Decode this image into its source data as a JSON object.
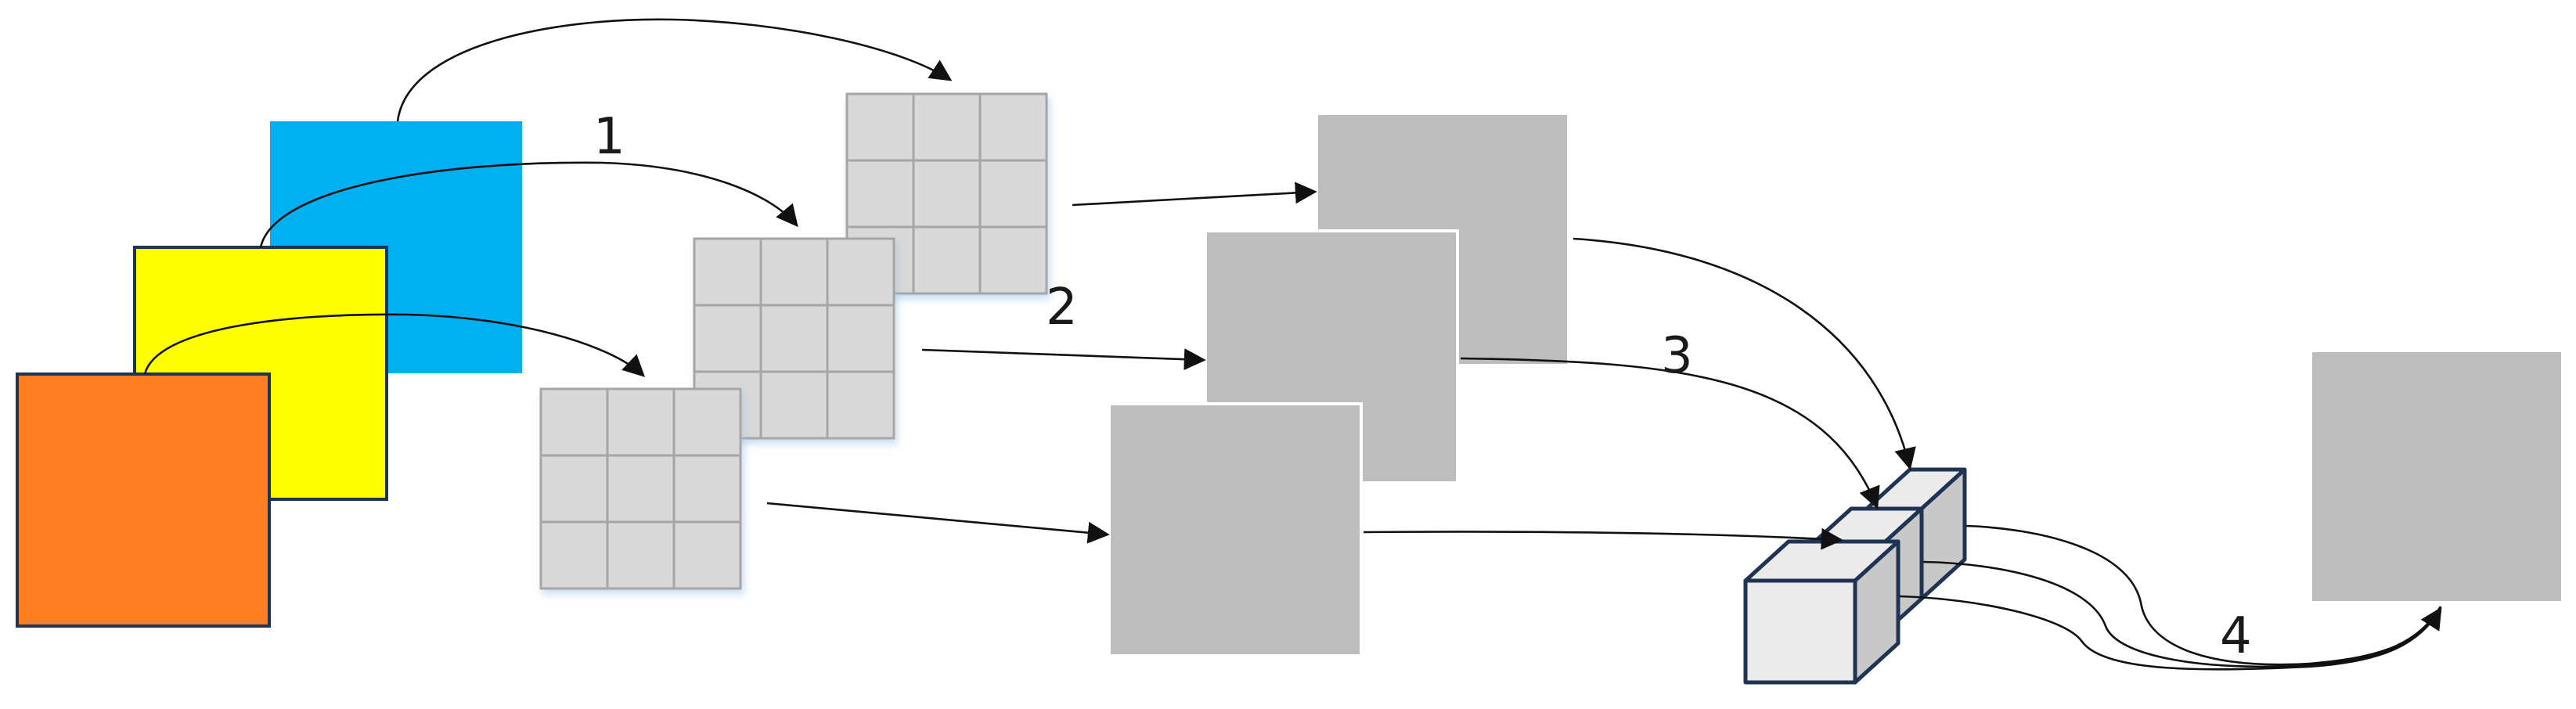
{
  "labels": {
    "step1": "1",
    "step2": "2",
    "step3": "3",
    "step4": "4"
  },
  "colors": {
    "blue_channel": "#00b0f0",
    "yellow_channel": "#ffff00",
    "orange_channel": "#fe7f22",
    "kernel_fill": "#d9d9d9",
    "kernel_grid": "#a6a6a6",
    "feature_map": "#bdbdbd",
    "cube_outline": "#1f3354",
    "cube_face": "#ebebeb",
    "cube_side": "#c8c8c8"
  }
}
